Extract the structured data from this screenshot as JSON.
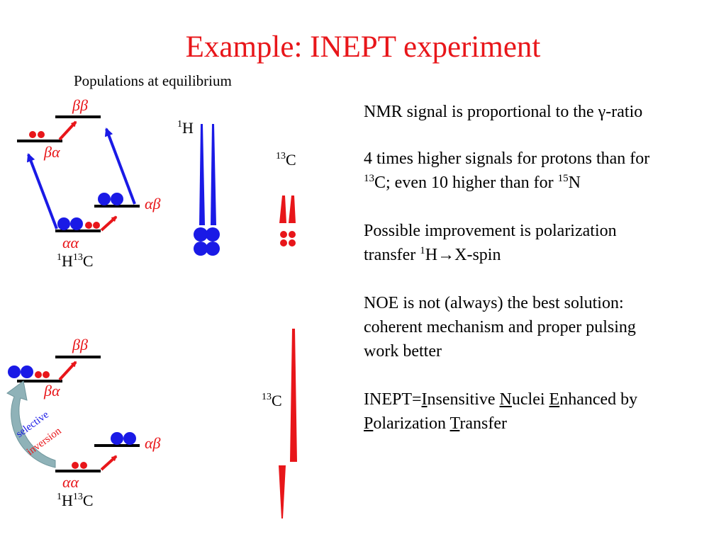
{
  "slide": {
    "title": "Example: INEPT experiment",
    "subtitle": "Populations at equilibrium"
  },
  "diagram": {
    "levels": {
      "bb": "ββ",
      "ba": "βα",
      "ab": "αβ",
      "aa": "αα"
    },
    "nucleus_pair": {
      "h_mass": "1",
      "h": "H",
      "c_mass": "13",
      "c": "C"
    },
    "signal_labels": {
      "h_mass": "1",
      "h": "H",
      "c_mass": "13",
      "c": "C"
    },
    "selective": "selective",
    "inversion": "inversion"
  },
  "text": {
    "p1": {
      "pre": "NMR signal is proportional to the ",
      "gamma": "γ",
      "post": "-ratio"
    },
    "p2": {
      "line1": "4 times higher signals for protons than for",
      "sup1": "13",
      "mid": "C; even 10 higher than for ",
      "sup2": "15",
      "end": "N"
    },
    "p3": {
      "line1": "Possible improvement is polarization",
      "line2_pre": "transfer ",
      "sup": "1",
      "line2_post": "H→X-spin"
    },
    "p4": {
      "line1": "NOE is not (always) the best solution:",
      "line2": "coherent mechanism and proper pulsing",
      "line3": "work better"
    },
    "p5": {
      "l1_pre": "INEPT=",
      "i": "I",
      "nsensitive": "nsensitive ",
      "n": "N",
      "uclei": "uclei ",
      "e": "E",
      "nhanced": "nhanced by",
      "p": "P",
      "olarization": "olarization ",
      "t": "T",
      "ransfer": "ransfer"
    }
  },
  "colors": {
    "title": "#e8161a",
    "proton": "#1a1ae6",
    "carbon": "#e8161a",
    "inversion_arrow": "#8fb2b8"
  }
}
